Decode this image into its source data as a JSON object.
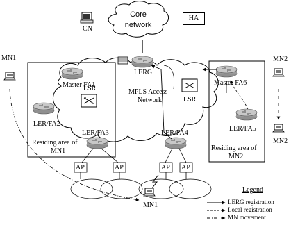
{
  "core_network": {
    "label_line1": "Core",
    "label_line2": "network"
  },
  "ha": "HA",
  "cn": "CN",
  "lerg": "LERG",
  "mpls": {
    "line1": "MPLS Access",
    "line2": "Network"
  },
  "lsr_left": "LSR",
  "lsr_right": "LSR",
  "master_fa1": "Master FA1",
  "master_fa6": "Master FA6",
  "ler_fa2": "LER/FA2",
  "ler_fa3": "LER/FA3",
  "ler_fa4": "LER/FA4",
  "ler_fa5": "LER/FA5",
  "area_mn1": {
    "line1": "Residing area of",
    "line2": "MN1"
  },
  "area_mn2": {
    "line1": "Residing area of",
    "line2": "MN2"
  },
  "mn1_left": "MN1",
  "mn1_bottom": "MN1",
  "mn2_top": "MN2",
  "mn2_bottom": "MN2",
  "ap_labels": [
    "AP",
    "AP",
    "AP",
    "AP"
  ],
  "legend": {
    "title": "Legend",
    "items": [
      "LERG registration",
      "Local registration",
      "MN movement"
    ]
  }
}
